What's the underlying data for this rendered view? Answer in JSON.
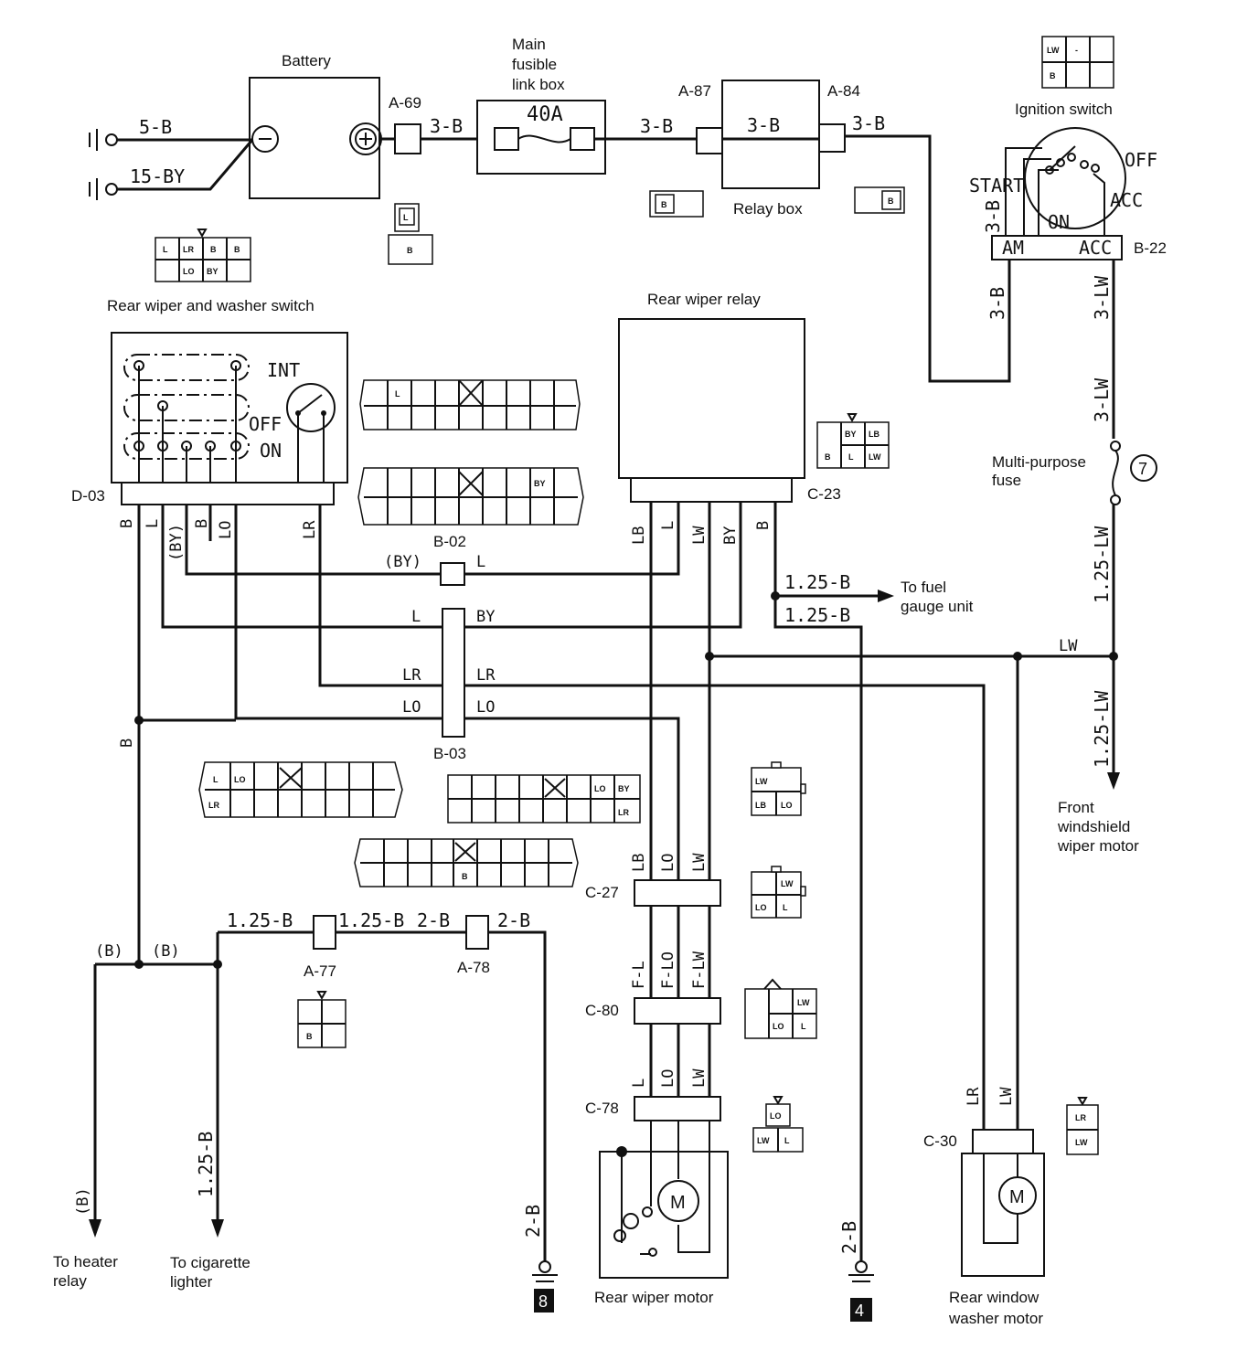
{
  "components": {
    "battery": "Battery",
    "fusible_link": [
      "Main",
      "fusible",
      "link box"
    ],
    "fuse_rating": "40A",
    "relay_box": "Relay box",
    "ignition_switch": "Ignition switch",
    "rear_wiper_washer_switch": "Rear wiper and washer switch",
    "rear_wiper_relay": "Rear wiper relay",
    "multi_purpose_fuse": [
      "Multi-purpose",
      "fuse"
    ],
    "fuse_number": "7",
    "rear_wiper_motor": "Rear wiper motor",
    "rear_window_washer_motor": [
      "Rear window",
      "washer motor"
    ],
    "front_windshield_wiper_motor": [
      "Front",
      "windshield",
      "wiper motor"
    ],
    "to_fuel_gauge": [
      "To fuel",
      "gauge unit"
    ],
    "to_heater_relay": [
      "To heater",
      "relay"
    ],
    "to_cigarette_lighter": [
      "To cigarette",
      "lighter"
    ],
    "motor_symbol": "M"
  },
  "switch_positions": {
    "int": "INT",
    "off": "OFF",
    "on": "ON"
  },
  "ignition_positions": {
    "off": "OFF",
    "start": "START",
    "acc": "ACC",
    "on": "ON",
    "am": "AM",
    "acc_term": "ACC"
  },
  "connectors": {
    "a69": "A-69",
    "a87": "A-87",
    "a84": "A-84",
    "b22": "B-22",
    "d03": "D-03",
    "b02": "B-02",
    "b03": "B-03",
    "c23": "C-23",
    "c27": "C-27",
    "c80": "C-80",
    "c78": "C-78",
    "c30": "C-30",
    "a77": "A-77",
    "a78": "A-78"
  },
  "wires": {
    "w5b": "5-B",
    "w15by": "15-BY",
    "w3b_a": "3-B",
    "w3b_b": "3-B",
    "w3b_c": "3-B",
    "w3b_d": "3-B",
    "w3b_start": "3-B",
    "w3b_am": "3-B",
    "w3lw_a": "3-LW",
    "w3lw_b": "3-LW",
    "w125lw_a": "1.25-LW",
    "w125lw_b": "1.25-LW",
    "lw_h": "LW",
    "d03_b": "B",
    "d03_l": "L",
    "d03_by": "(BY)",
    "d03_b2": "B",
    "d03_lo": "LO",
    "d03_lr": "LR",
    "b02_by": "(BY)",
    "b02_l": "L",
    "b03_l": "L",
    "b03_by": "BY",
    "b03_lr1": "LR",
    "b03_lr2": "LR",
    "b03_lo1": "LO",
    "b03_lo2": "LO",
    "c23_lb": "LB",
    "c23_l": "L",
    "c23_lw": "LW",
    "c23_by": "BY",
    "c23_b": "B",
    "fuel1": "1.25-B",
    "fuel2": "1.25-B",
    "b_vert": "B",
    "b_paren1": "(B)",
    "b_paren2": "(B)",
    "b_heater": "(B)",
    "w125b_cig": "1.25-B",
    "a77_l": "1.25-B",
    "a77_r": "1.25-B",
    "a78_l": "2-B",
    "a78_r": "2-B",
    "g8_wire": "2-B",
    "g4_wire": "2-B",
    "c27_lb": "LB",
    "c27_lo": "LO",
    "c27_lw": "LW",
    "fl": "F-L",
    "flo": "F-LO",
    "flw": "F-LW",
    "c78_l": "L",
    "c78_lo": "LO",
    "c78_lw": "LW",
    "c30_lr": "LR",
    "c30_lw": "LW"
  },
  "ground_numbers": {
    "g8": "8",
    "g4": "4"
  },
  "pins": {
    "ign": [
      "LW",
      "-",
      "B"
    ],
    "a69_top": "L",
    "a69_bot": "B",
    "a87": "B",
    "a84": "B",
    "sw_top": [
      "L",
      "LR",
      "B",
      "B"
    ],
    "sw_bot": [
      "LO",
      "BY"
    ],
    "b02a": "L",
    "b02b": "BY",
    "c23_top": [
      "BY",
      "LB"
    ],
    "c23_bot": [
      "B",
      "L",
      "LW"
    ],
    "b03a_top": [
      "L",
      "LO"
    ],
    "b03a_bot": "LR",
    "b03b": [
      "LO",
      "BY",
      "LR"
    ],
    "b03c": "B",
    "c27m": [
      "LW",
      "LB",
      "LO"
    ],
    "c27f": [
      "LW",
      "LO",
      "L"
    ],
    "c80": [
      "LW",
      "LO",
      "L"
    ],
    "c78": [
      "LO",
      "LW",
      "L"
    ],
    "c30": [
      "LR",
      "LW"
    ],
    "a77": "B"
  }
}
